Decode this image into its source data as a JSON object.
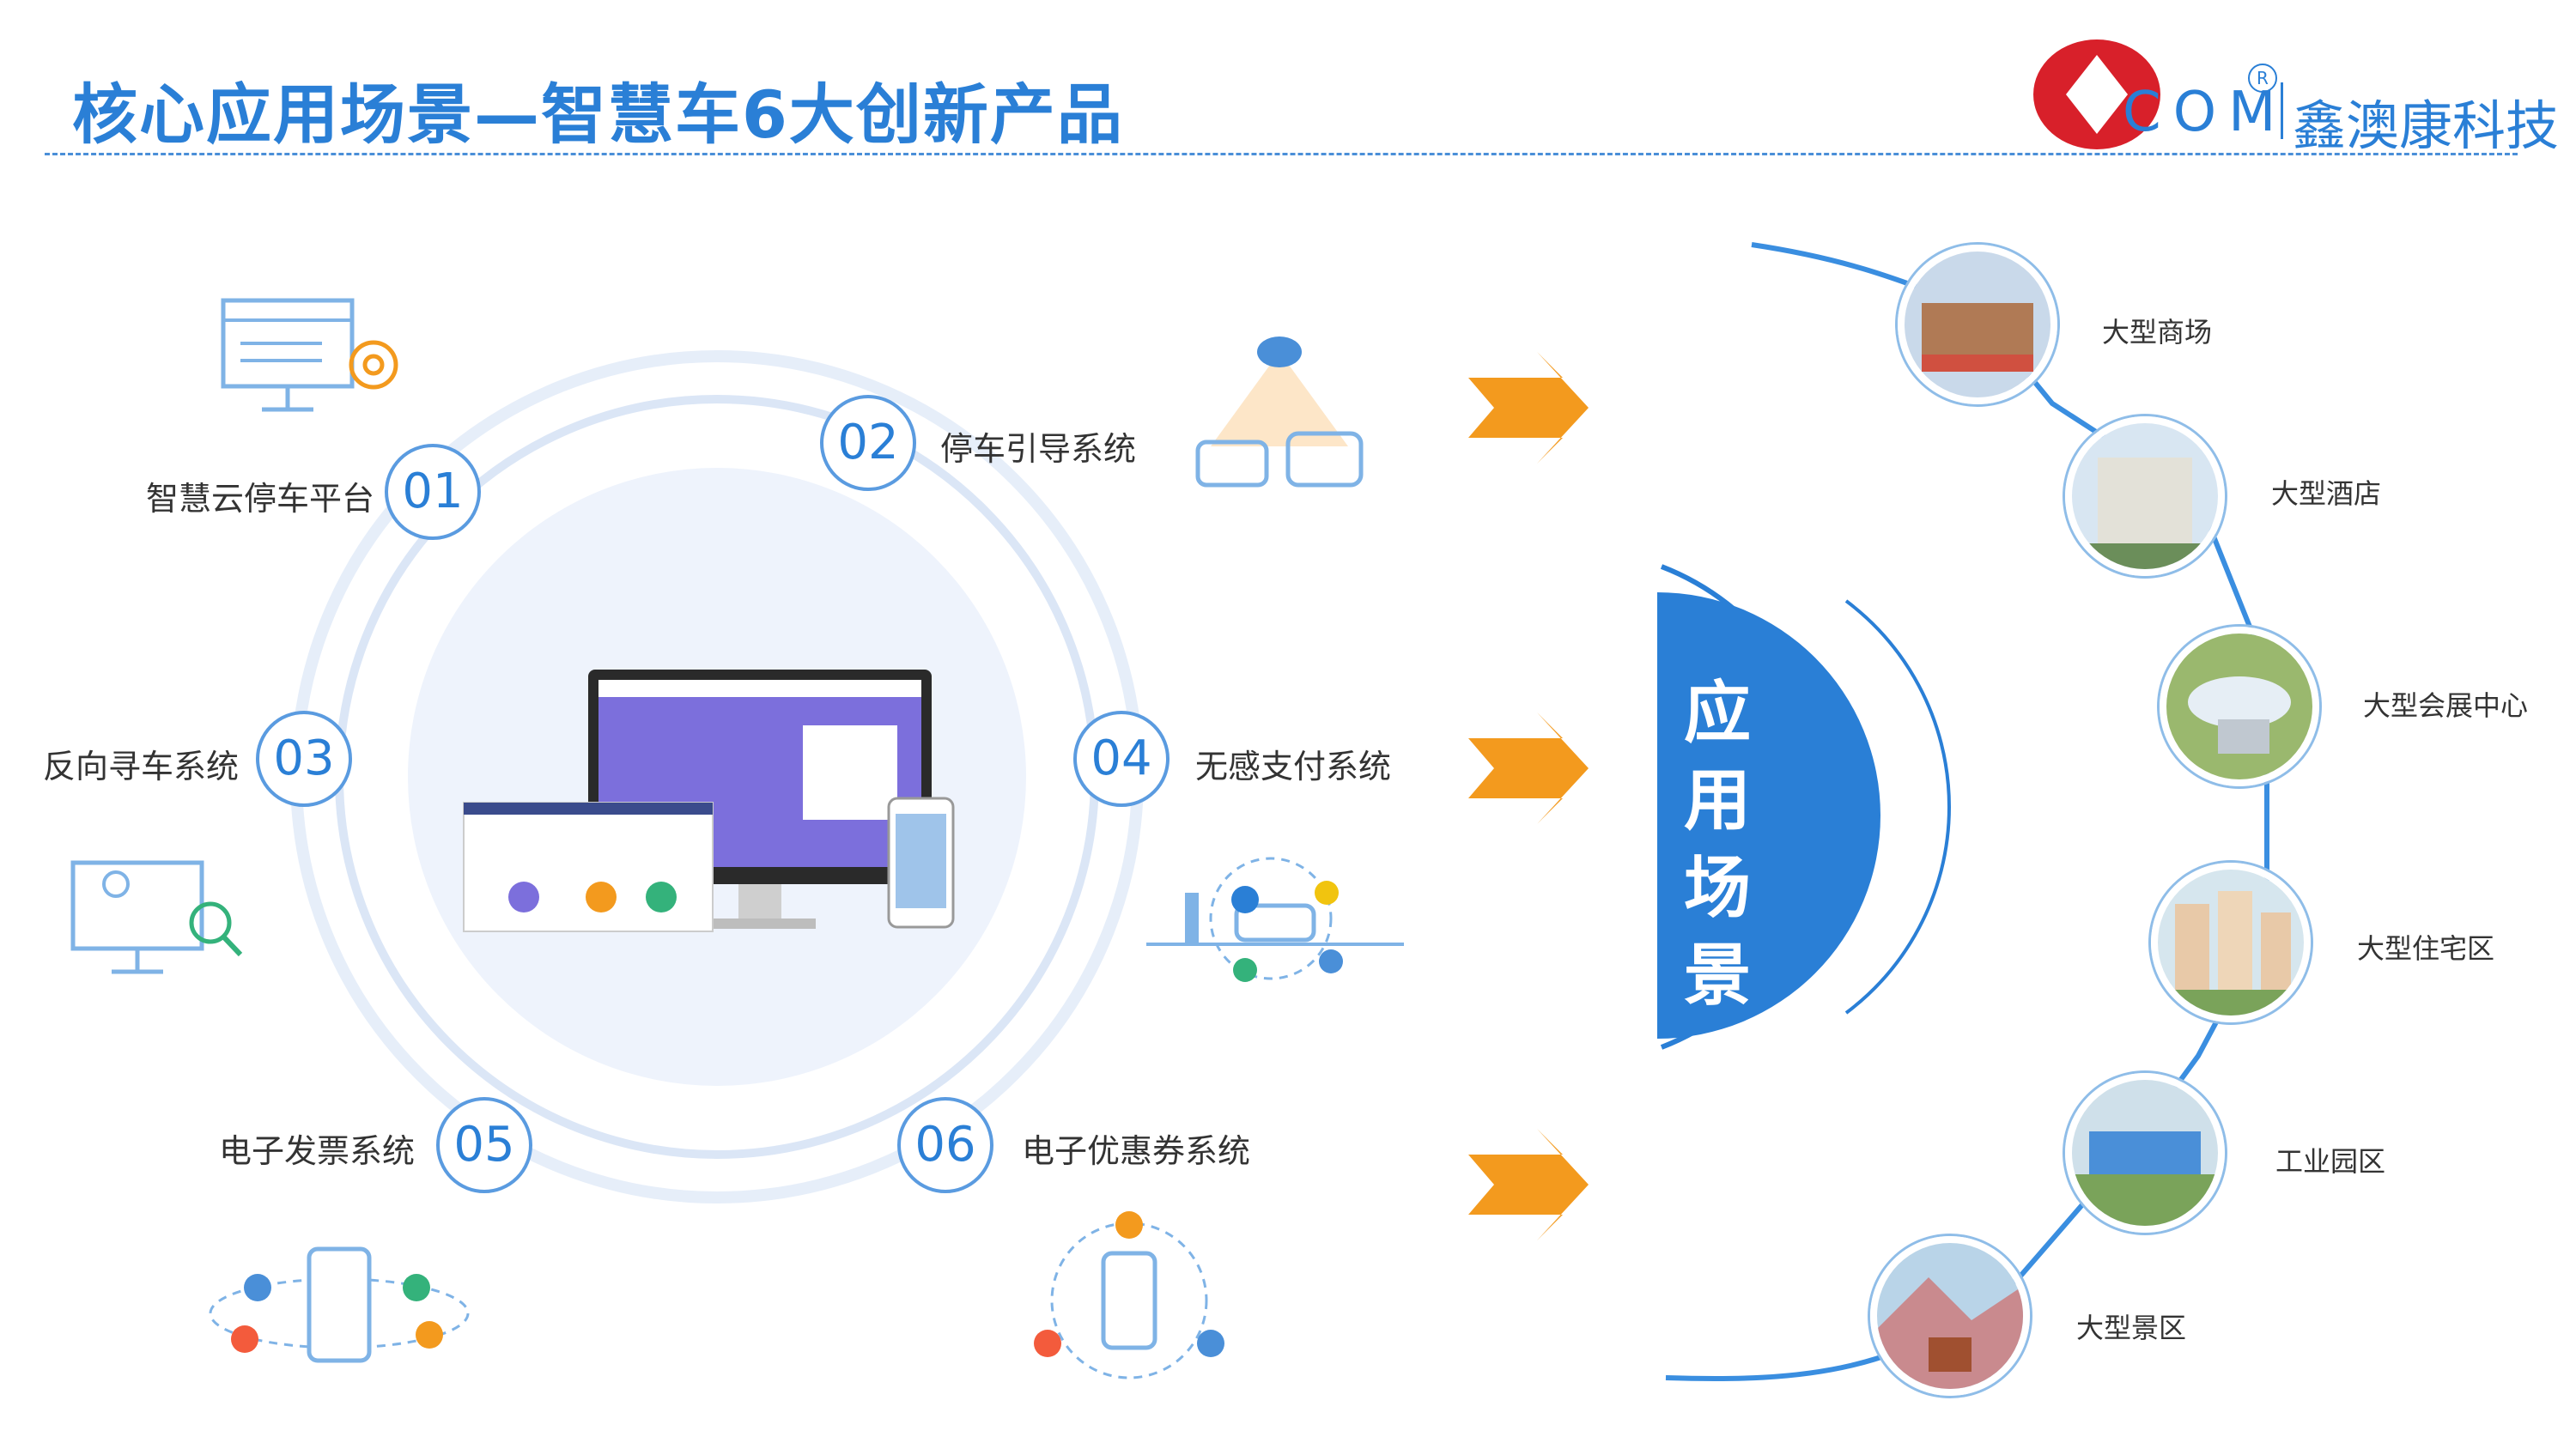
{
  "header": {
    "title": "核心应用场景—智慧车6大创新产品",
    "logo": {
      "com_text": "COM",
      "registered": "R",
      "company_name": "鑫澳康科技"
    }
  },
  "products": [
    {
      "number": "01",
      "label": "智慧云停车平台",
      "icon": "cloud-platform-monitor-icon"
    },
    {
      "number": "02",
      "label": "停车引导系统",
      "icon": "parking-guidance-camera-icon"
    },
    {
      "number": "03",
      "label": "反向寻车系统",
      "icon": "car-finder-monitor-icon"
    },
    {
      "number": "04",
      "label": "无感支付系统",
      "icon": "contactless-payment-icon"
    },
    {
      "number": "05",
      "label": "电子发票系统",
      "icon": "e-invoice-phone-icon"
    },
    {
      "number": "06",
      "label": "电子优惠券系统",
      "icon": "e-coupon-phone-icon"
    }
  ],
  "center": {
    "label_chars": [
      "应",
      "用",
      "场",
      "景"
    ]
  },
  "scenes": [
    {
      "label": "大型商场",
      "icon": "shopping-mall-photo"
    },
    {
      "label": "大型酒店",
      "icon": "hotel-photo"
    },
    {
      "label": "大型会展中心",
      "icon": "exhibition-center-photo"
    },
    {
      "label": "大型住宅区",
      "icon": "residential-area-photo"
    },
    {
      "label": "工业园区",
      "icon": "industrial-park-photo"
    },
    {
      "label": "大型景区",
      "icon": "scenic-area-photo"
    }
  ],
  "colors": {
    "primary": "#2a7fd6",
    "arrow": "#f39a1e",
    "circle_bg": "#eef3fc",
    "ring": "#dbe6f6"
  }
}
